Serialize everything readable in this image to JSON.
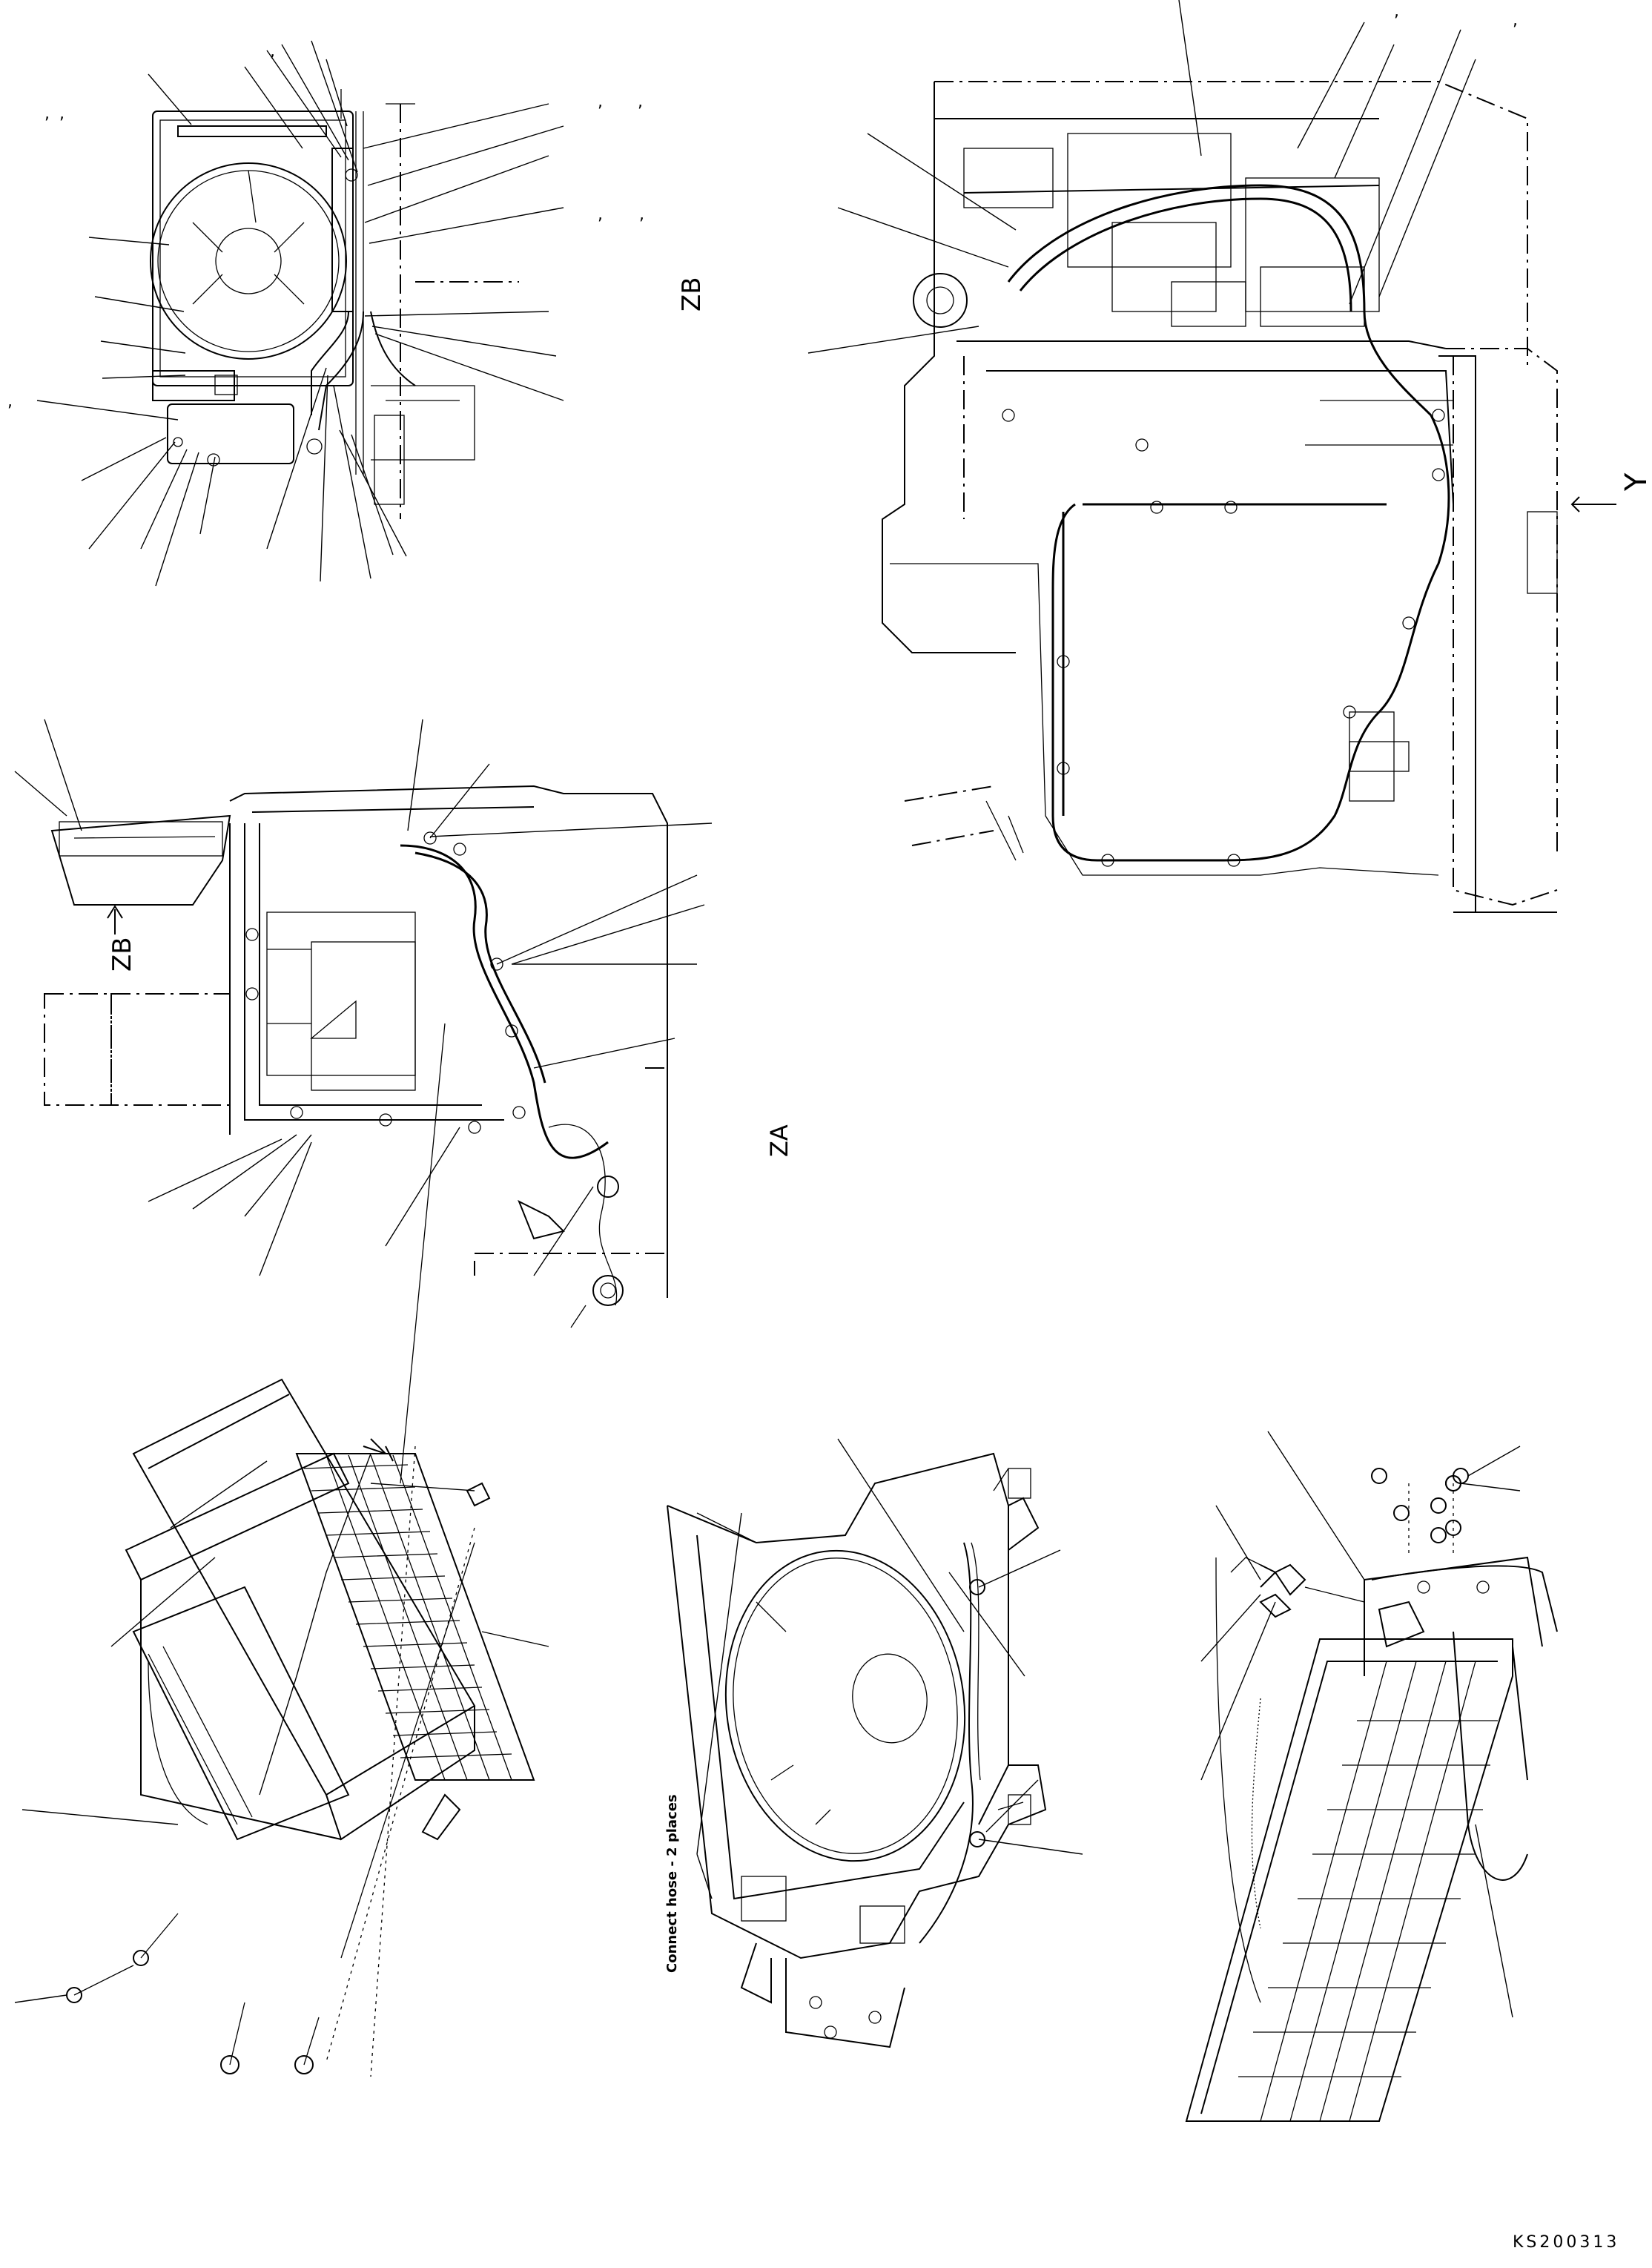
{
  "drawing": {
    "view_labels": {
      "zb_top": "ZB",
      "zb_mid": "ZB",
      "za": "ZA",
      "y": "Y"
    },
    "note": "Connect hose - 2 places",
    "drawing_number": "KS200313",
    "commas": [
      ",",
      ",",
      ",",
      ",",
      ",",
      ",",
      ",",
      ",",
      ",",
      ","
    ]
  }
}
